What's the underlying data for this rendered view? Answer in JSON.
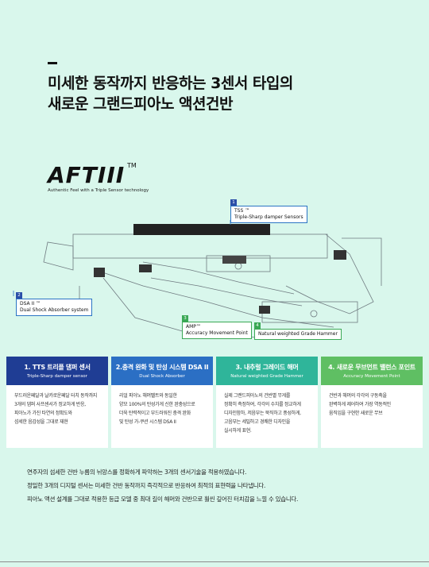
{
  "headline": {
    "line1": "미세한 동작까지 반응하는 3센서 타입의",
    "line2": "새로운 그랜드피아노 액션건반"
  },
  "logo": {
    "wordmark": "AFTIII",
    "tm": "TM",
    "tagline": "Authentic Feel with a Triple Sensor technology"
  },
  "callouts": [
    {
      "num": "1",
      "title": "TSS ™",
      "subtitle": "Triple-Sharp damper Sensors"
    },
    {
      "num": "2",
      "title": "DSA II ™",
      "subtitle": "Dual Shock Absorber system"
    },
    {
      "num": "3",
      "title": "AMP™",
      "subtitle": "Accuracy Movement Point"
    },
    {
      "num": "4",
      "title": "Natural weighted Grade Hammer",
      "subtitle": ""
    }
  ],
  "cards": [
    {
      "title": "1. TTS 트리플 댐퍼 센서",
      "subtitle": "Triple-Sharp damper sensor",
      "body": "부드러운페달과 날카로운페달 터치 동작까지\n3개의 댐퍼 사프센서가 정교하게 반응,\n피아노가 가진 타연의 정확도와\n섬세한 음감성을 그대로 재현",
      "color": "#1f3d94"
    },
    {
      "title": "2.충격 완화 및 탄성 시스템 DSA II",
      "subtitle": "Dual Shock Absorber",
      "body": "리얼 피아노 해머펠트와 동일한\n양모 100%의 탄성가게 신한 완충성으로\n더욱 탄력적이고 부드러워진 충격 완화\n및 탄성 가-쿠션 시스템 DSA II",
      "color": "#2b6fc4"
    },
    {
      "title": "3. 내추럴 그레이드 해머",
      "subtitle": "Natural weighted Grade Hammer",
      "body": "실제 그랜드피아노의 건반별 무게를\n정확히 측정하여, 각각의 수치를 정교하게\n디자인함하, 저음부는 묵직하고 풍성하게,\n고음부는 세밀하고 경쾌한 디자인을\n실시하게 표현.",
      "color": "#2fb59a"
    },
    {
      "title": "4. 새로운 무브먼트 밸런스 포인트",
      "subtitle": "Accuracy Movement Point",
      "body": "건반과 해머의 각각의 구동축을\n완벽하게 제어하여 가장 역동적인\n움직임을 구현한 새로운 무브",
      "color": "#5fbf63"
    }
  ],
  "bottom": {
    "line1": "연주자의 섬세한 건반 누름의 뉘앙스를 정확하게 파악하는 3개의 센서기술을 적용하였습니다.",
    "line2": "정밀한 3개의 디지털 센서는 미세한 건반 동작까지 즉각적으로 반응하여 최적의 표현력을 나타냅니다.",
    "line3": "피아노 액션 설계를 그대로 적용한 등급 모델 중 최대 길이 해머와 건반으로 훨씬 깊어진 터치감을 느낄 수 있습니다."
  }
}
